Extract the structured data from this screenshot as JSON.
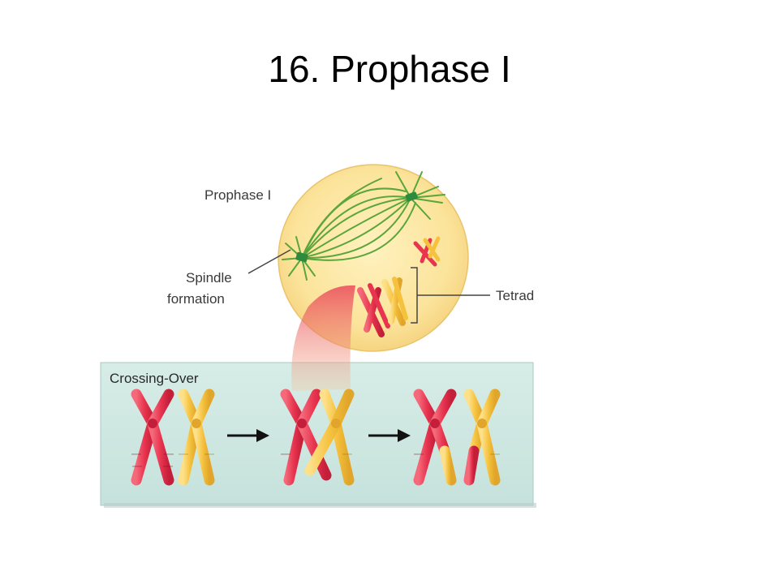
{
  "slide": {
    "title": "16. Prophase I"
  },
  "labels": {
    "prophase": "Prophase I",
    "spindle_line1": "Spindle",
    "spindle_line2": "formation",
    "tetrad": "Tetrad",
    "crossing_over": "Crossing-Over"
  },
  "colors": {
    "cell_fill": "#fbe39a",
    "spindle": "#5aa63c",
    "centriole": "#2e8b3e",
    "chromosome_red": "#e8344f",
    "chromosome_yellow": "#f6c23e",
    "panel": "#cde6e0"
  }
}
